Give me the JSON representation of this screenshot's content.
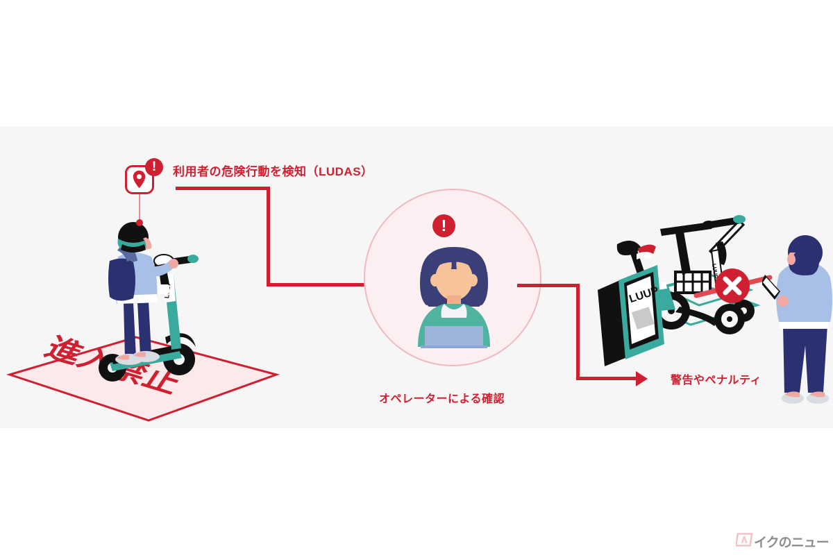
{
  "diagram": {
    "title_absent": true,
    "background_color": "#ffffff",
    "panel_color": "#f6f6f6",
    "accent_red": "#cf2031",
    "accent_teal": "#3aaa9e",
    "accent_navy": "#2b3170",
    "accent_lightblue": "#a8c0e8",
    "pink_fill": "#fcf0f2"
  },
  "steps": {
    "detect": {
      "label": "利用者の危険行動を検知（LUDAS）",
      "badge": "!",
      "icon": "map-pin-icon"
    },
    "operator": {
      "label": "オペレーターによる確認",
      "badge": "!",
      "icon": "operator-person-icon"
    },
    "penalty": {
      "label": "警告やペナルティ",
      "icon": "warning-x-icon"
    }
  },
  "illustrations": {
    "left": {
      "zone_text": "進入禁止",
      "rider": "scooter-rider",
      "vehicle": "electric-kick-scooter"
    },
    "right": {
      "sign_text": "LUUP",
      "vehicle_brand": "LUUP",
      "bike": "electric-assist-bike",
      "scooter": "electric-kick-scooter",
      "person": "person-with-phone",
      "mark": "x-mark"
    }
  },
  "watermark": {
    "logo_mark": "バ",
    "text": "イクのニュース"
  }
}
